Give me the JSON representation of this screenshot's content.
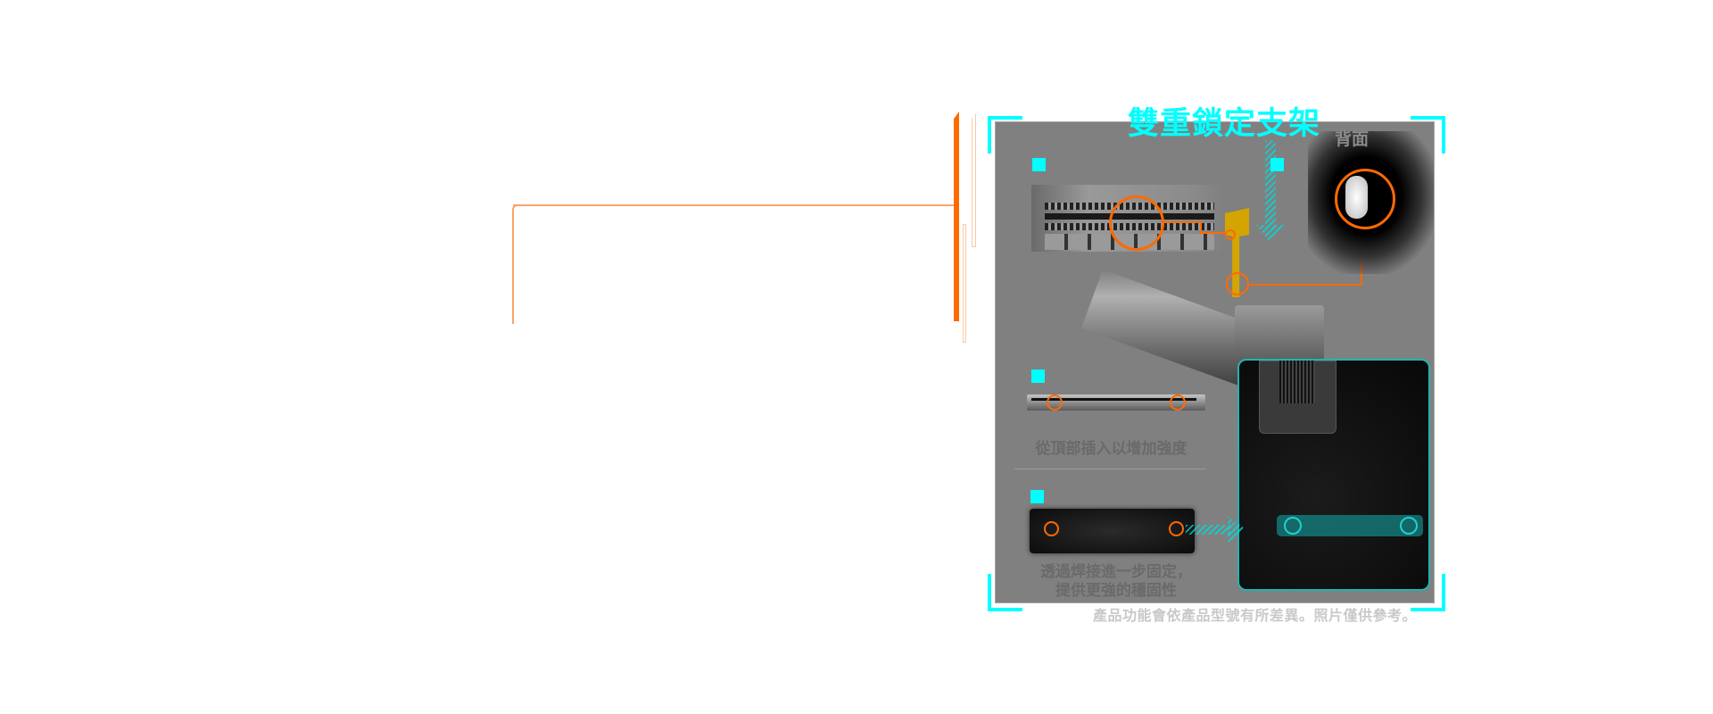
{
  "feature": {
    "title": "雙重鎖定支架",
    "hidden_label": "背面",
    "captions": {
      "top_insert": "從頂部插入以增加強度",
      "solder_line1": "透過焊接進一步固定，",
      "solder_line2": "提供更強的穩固性"
    },
    "disclaimer": "產品功能會依產品型號有所差異。照片僅供參考。"
  },
  "colors": {
    "accent_cyan": "#00ffff",
    "accent_orange": "#ff6a00",
    "panel_gray": "#808080",
    "latch_yellow": "#d4a400"
  },
  "icons": [
    "bullet-square-icon",
    "down-arrow-icon",
    "right-arrow-icon",
    "highlight-ring-icon"
  ]
}
